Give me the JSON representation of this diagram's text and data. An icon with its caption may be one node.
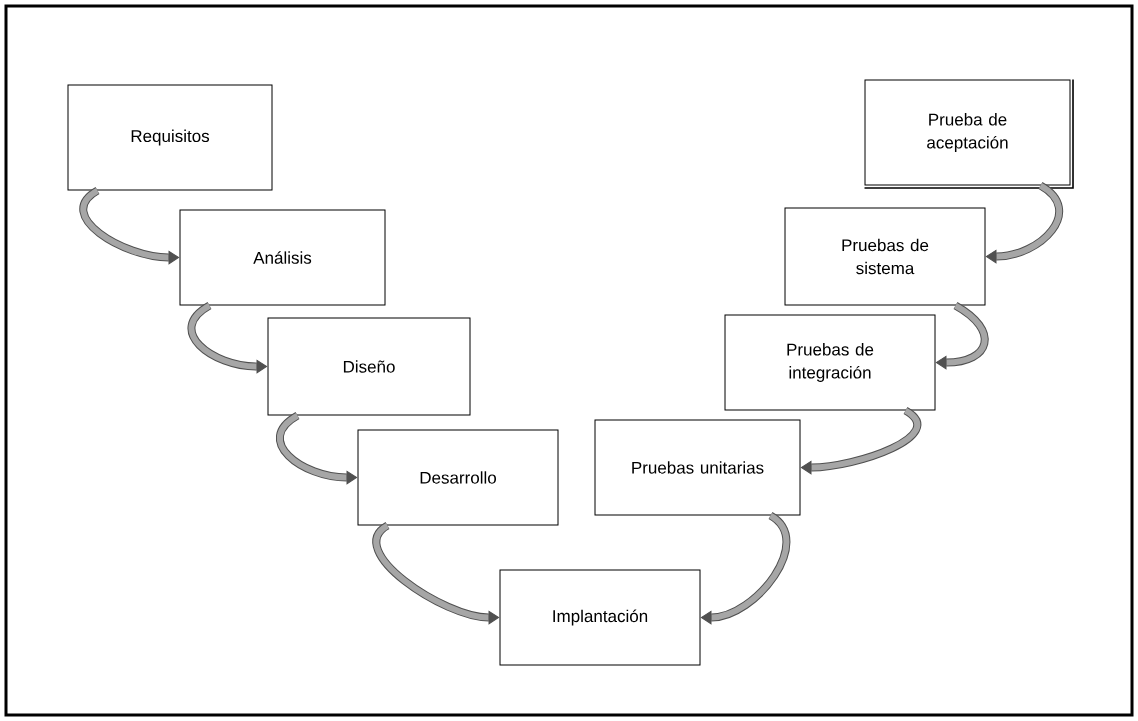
{
  "diagram": {
    "nodes": [
      {
        "text": [
          "Requisitos"
        ]
      },
      {
        "text": [
          "Análisis"
        ]
      },
      {
        "text": [
          "Diseño"
        ]
      },
      {
        "text": [
          "Desarrollo"
        ]
      },
      {
        "text": [
          "Implantación"
        ]
      },
      {
        "text": [
          "Pruebas unitarias"
        ]
      },
      {
        "text": [
          "Pruebas de integración"
        ]
      },
      {
        "text": [
          "Pruebas de sistema"
        ]
      },
      {
        "text": [
          "Prueba de aceptación"
        ]
      }
    ],
    "edges": [
      {
        "from": 0,
        "to": 1,
        "arrow": "to"
      },
      {
        "from": 1,
        "to": 2,
        "arrow": "to"
      },
      {
        "from": 2,
        "to": 3,
        "arrow": "to"
      },
      {
        "from": 3,
        "to": 4,
        "arrow": "to"
      },
      {
        "from": 8,
        "to": 7,
        "arrow": "to"
      },
      {
        "from": 7,
        "to": 6,
        "arrow": "to"
      },
      {
        "from": 6,
        "to": 5,
        "arrow": "to"
      },
      {
        "from": 5,
        "to": 4,
        "arrow": "to"
      }
    ]
  }
}
